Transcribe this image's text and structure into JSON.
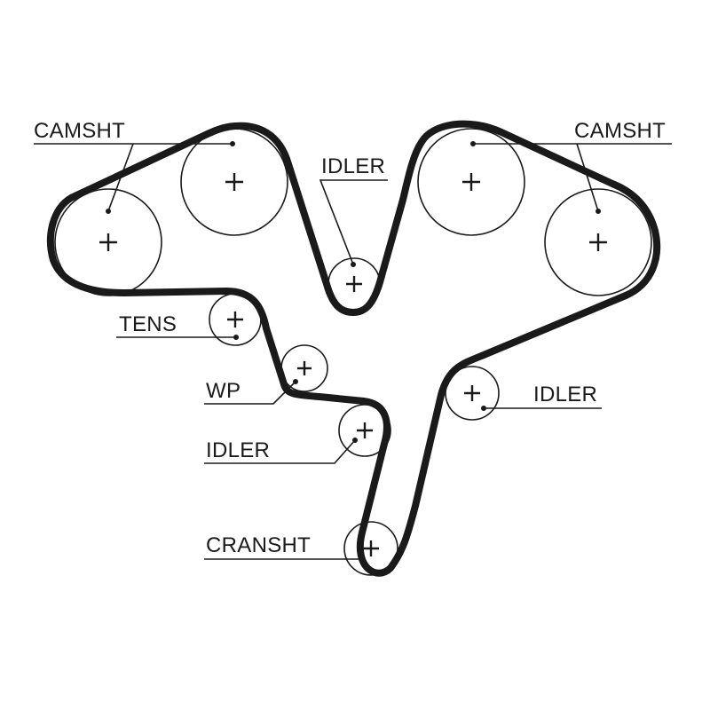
{
  "labels": {
    "camshaft_left": "CAMSHT",
    "camshaft_right": "CAMSHT",
    "idler_top": "IDLER",
    "tensioner": "TENS",
    "water_pump": "WP",
    "idler_lower_left": "IDLER",
    "idler_right": "IDLER",
    "crankshaft": "CRANSHT"
  },
  "colors": {
    "line": "#1a1a1a",
    "background": "#ffffff"
  }
}
